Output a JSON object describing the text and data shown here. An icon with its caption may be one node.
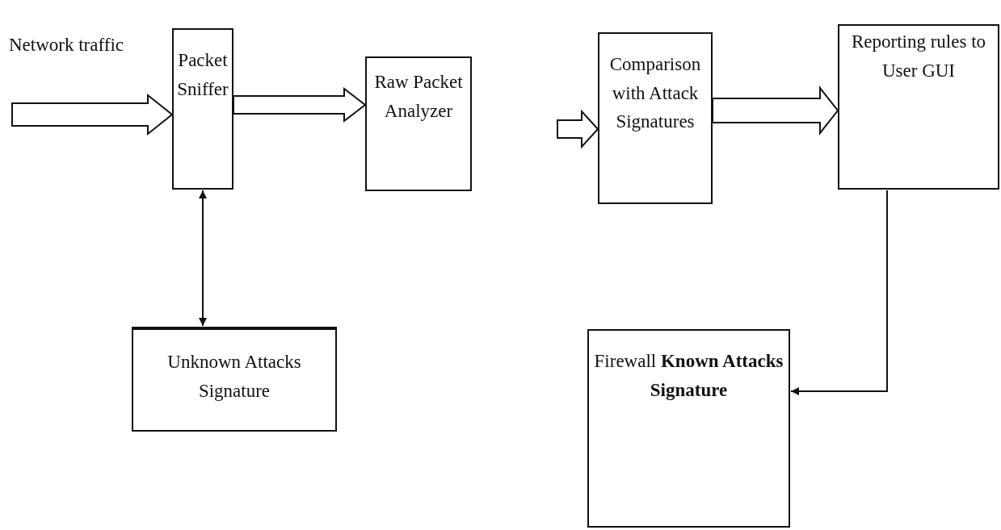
{
  "diagram": {
    "nodes": [
      {
        "text": [
          "Network traffic"
        ]
      },
      {
        "text": [
          "Packet Sniffer"
        ]
      },
      {
        "text": [
          "Raw Packet Analyzer"
        ]
      },
      {
        "text": [
          "Comparison with Attack Signatures"
        ]
      },
      {
        "text": [
          "Reporting rules to User GUI"
        ]
      },
      {
        "text": [
          "Unknown Attacks Signature"
        ]
      },
      {
        "text": [
          "Firewall **Known Attacks Signature**"
        ]
      }
    ],
    "edges": [
      {
        "from": 0,
        "to": 1,
        "arrow": "to",
        "style": "thick"
      },
      {
        "from": 1,
        "to": 2,
        "arrow": "to",
        "style": "thick"
      },
      {
        "from": null,
        "to": 3,
        "arrow": "to",
        "style": "thick"
      },
      {
        "from": 3,
        "to": 4,
        "arrow": "to",
        "style": "thick"
      },
      {
        "from": 1,
        "to": 5,
        "arrow": "both"
      },
      {
        "from": 4,
        "to": 6,
        "arrow": "to"
      }
    ]
  }
}
